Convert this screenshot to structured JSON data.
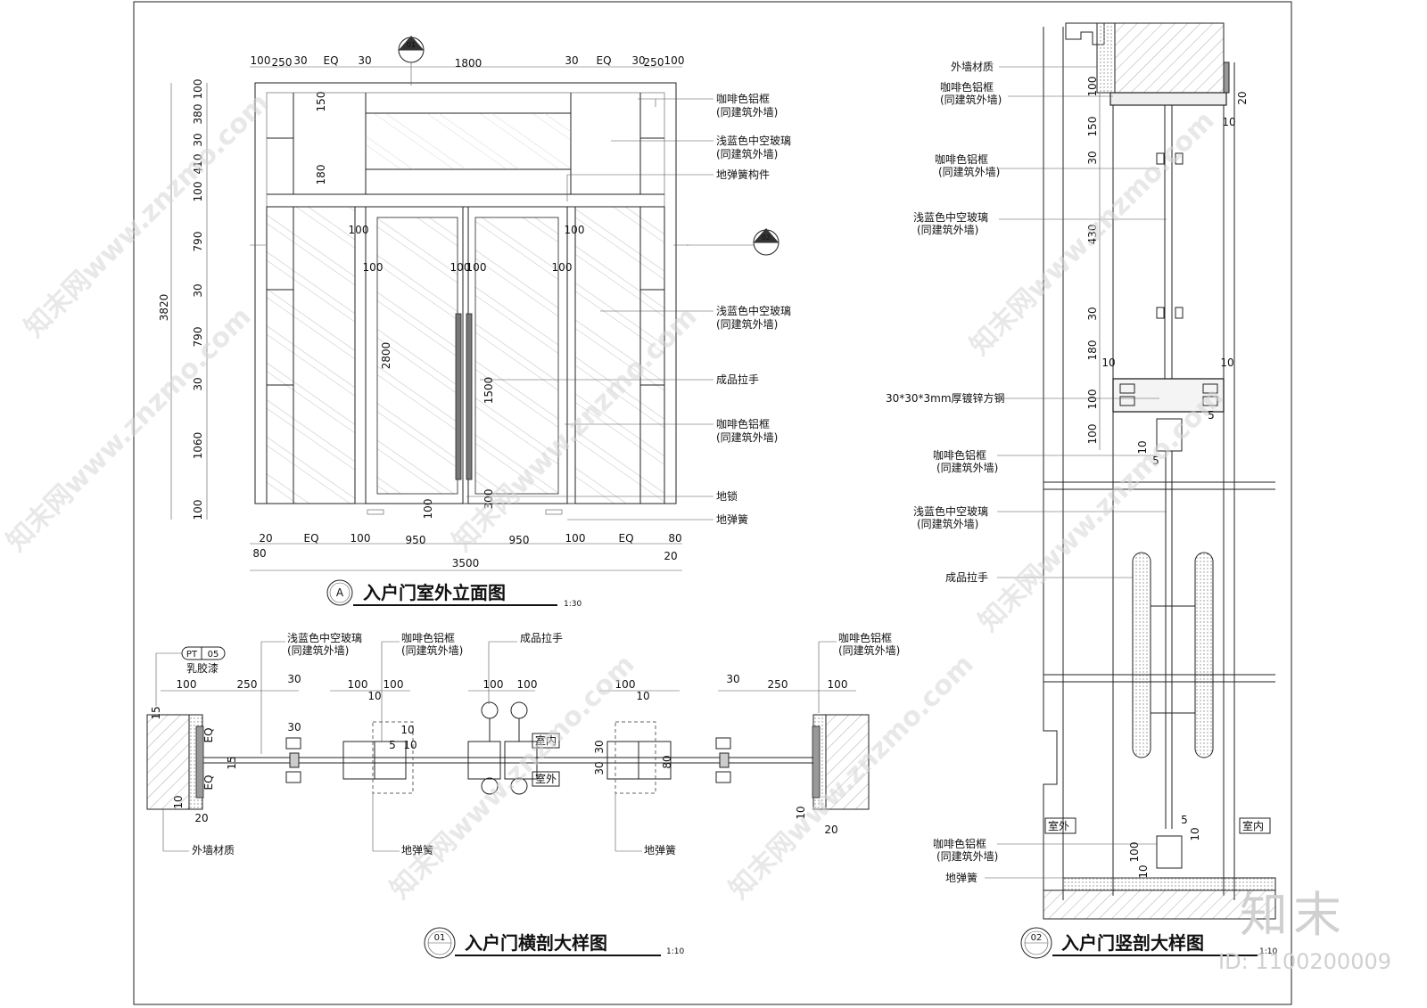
{
  "elevation": {
    "title": "入户门室外立面图",
    "marker": "A",
    "scale": "1:30",
    "section_tag_01": "01",
    "section_tag_02": "02",
    "top_dims": [
      "100",
      "250",
      "30",
      "EQ",
      "30",
      "1800",
      "30",
      "EQ",
      "30",
      "250",
      "100"
    ],
    "bottom_dims_row1": [
      "20",
      "EQ",
      "100",
      "950",
      "950",
      "100",
      "EQ",
      "80"
    ],
    "bottom_dims_row2_left": "80",
    "bottom_dims_row2_right": "20",
    "overall_width": "3500",
    "overall_height": "3820",
    "left_dims": [
      "100",
      "380",
      "30",
      "410",
      "100",
      "790",
      "30",
      "790",
      "30",
      "1060",
      "100"
    ],
    "inner_dims": {
      "d150": "150",
      "d180": "180",
      "d2800": "2800",
      "d1500": "1500",
      "d300": "300",
      "d100": "100",
      "d100b": "100",
      "d100c": "100",
      "d100d": "100",
      "d100e": "100",
      "d100f": "100",
      "d100g": "100"
    },
    "notes": [
      {
        "l1": "咖啡色铝框",
        "l2": "(同建筑外墙)"
      },
      {
        "l1": "浅蓝色中空玻璃",
        "l2": "(同建筑外墙)"
      },
      {
        "l1": "地弹簧构件",
        "l2": ""
      },
      {
        "l1": "浅蓝色中空玻璃",
        "l2": "(同建筑外墙)"
      },
      {
        "l1": "成品拉手",
        "l2": ""
      },
      {
        "l1": "咖啡色铝框",
        "l2": "(同建筑外墙)"
      },
      {
        "l1": "地锁",
        "l2": ""
      },
      {
        "l1": "地弹簧",
        "l2": ""
      }
    ]
  },
  "horizontal_section": {
    "title": "入户门横剖大样图",
    "marker": "01",
    "scale": "1:10",
    "tag_pt": "PT",
    "tag_num": "05",
    "tag_label": "乳胶漆",
    "note_glass": {
      "l1": "浅蓝色中空玻璃",
      "l2": "(同建筑外墙)"
    },
    "note_frame": {
      "l1": "咖啡色铝框",
      "l2": "(同建筑外墙)"
    },
    "note_handle": "成品拉手",
    "note_frame_right": {
      "l1": "咖啡色铝框",
      "l2": "(同建筑外墙)"
    },
    "note_wall": "外墙材质",
    "note_spring_left": "地弹簧",
    "note_spring_right": "地弹簧",
    "label_indoor": "室内",
    "label_outdoor": "室外",
    "dims": [
      "100",
      "250",
      "30",
      "100",
      "10",
      "100",
      "100",
      "100",
      "10",
      "100",
      "30",
      "250",
      "100",
      "30",
      "15",
      "EQ",
      "15",
      "EQ",
      "10",
      "20",
      "10",
      "5",
      "10",
      "30",
      "30",
      "80",
      "10",
      "20"
    ]
  },
  "vertical_section": {
    "title": "入户门竖剖大样图",
    "marker": "02",
    "scale": "1:10",
    "notes": [
      {
        "l1": "外墙材质",
        "l2": ""
      },
      {
        "l1": "咖啡色铝框",
        "l2": "(同建筑外墙)"
      },
      {
        "l1": "咖啡色铝框",
        "l2": "(同建筑外墙)"
      },
      {
        "l1": "浅蓝色中空玻璃",
        "l2": "(同建筑外墙)"
      },
      {
        "l1": "30*30*3mm厚镀锌方钢",
        "l2": ""
      },
      {
        "l1": "咖啡色铝框",
        "l2": "(同建筑外墙)"
      },
      {
        "l1": "浅蓝色中空玻璃",
        "l2": "(同建筑外墙)"
      },
      {
        "l1": "成品拉手",
        "l2": ""
      },
      {
        "l1": "咖啡色铝框",
        "l2": "(同建筑外墙)"
      },
      {
        "l1": "地弹簧",
        "l2": ""
      }
    ],
    "dims": [
      "100",
      "150",
      "30",
      "430",
      "30",
      "180",
      "10",
      "10",
      "100",
      "100",
      "10",
      "5",
      "5",
      "20",
      "10",
      "5",
      "10",
      "100",
      "10"
    ],
    "label_outdoor": "室外",
    "label_indoor": "室内"
  },
  "watermark": {
    "text": "知末网www.znzmo.com",
    "brand": "知末",
    "id": "ID: 1100200009"
  }
}
